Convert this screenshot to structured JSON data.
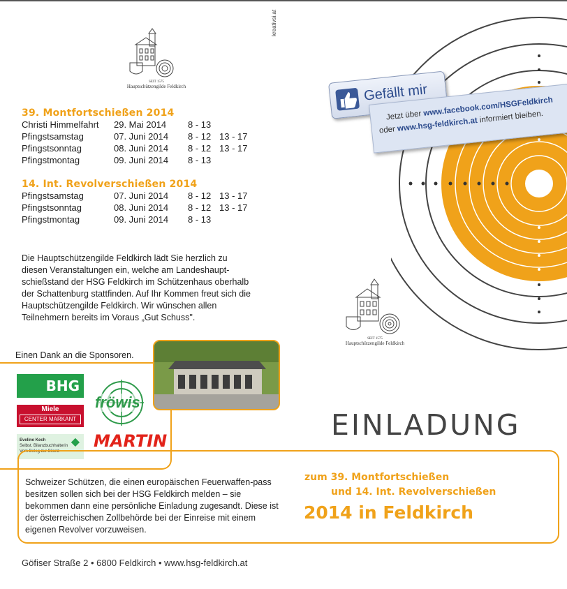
{
  "credit": "kreativsi.at",
  "logo": {
    "motto": "SEIT 1575",
    "guild": "Hauptschützengilde Feldkirch"
  },
  "montfort": {
    "title": "39. Montfortschießen 2014",
    "rows": [
      [
        "Christi Himmelfahrt",
        "29. Mai 2014",
        "8 - 13",
        ""
      ],
      [
        "Pfingstsamstag",
        "07. Juni 2014",
        "8 - 12",
        "13 - 17"
      ],
      [
        "Pfingstsonntag",
        "08. Juni 2014",
        "8 - 12",
        "13 - 17"
      ],
      [
        "Pfingstmontag",
        "09. Juni 2014",
        "8 - 13",
        ""
      ]
    ]
  },
  "revolver": {
    "title": "14. Int. Revolverschießen 2014",
    "rows": [
      [
        "Pfingstsamstag",
        "07. Juni 2014",
        "8 - 12",
        "13 - 17"
      ],
      [
        "Pfingstsonntag",
        "08. Juni 2014",
        "8 - 12",
        "13 - 17"
      ],
      [
        "Pfingstmontag",
        "09. Juni 2014",
        "8 - 13",
        ""
      ]
    ]
  },
  "intro": "Die Hauptschützengilde Feldkirch lädt Sie herzlich zu diesen Veranstaltungen ein, welche am Landeshaupt-schießstand der HSG Feldkirch im Schützenhaus oberhalb der Schattenburg stattfinden. Auf Ihr Kommen freut sich die Hauptschützengilde Feldkirch. Wir wünschen allen Teilnehmern bereits im Voraus „Gut Schuss\".",
  "facebook": {
    "like": "Gefällt mir",
    "line1_prefix": "Jetzt über",
    "line1_link": "www.facebook.com/HSGFeldkirch",
    "line2_prefix": "oder",
    "line2_link": "www.hsg-feldkirch.at",
    "line2_suffix": "informiert bleiben."
  },
  "sponsors": {
    "title": "Einen Dank an die Sponsoren.",
    "bhg": "BHG",
    "miele1": "Miele",
    "miele2": "CENTER MARKANT",
    "kech1": "Eveline Kech",
    "kech2": "Selbst. Bilanzbuchhalterin",
    "kech3": "Vom Beleg zur Bilanz",
    "froewis": "fröwis",
    "martin": "MARTIN"
  },
  "einladung": "EINLADUNG",
  "swiss": "Schweizer Schützen, die einen europäischen Feuerwaffen-pass besitzen sollen sich bei der HSG Feldkirch melden – sie bekommen dann eine persönliche Einladung zugesandt. Diese ist der österreichischen Zollbehörde bei der Einreise mit einem eigenen Revolver vorzuweisen.",
  "invitation": {
    "line1": "zum 39. Montfortschießen",
    "line2": "und 14. Int. Revolverschießen",
    "line3": "2014 in Feldkirch"
  },
  "address": "Göfiser Straße 2 • 6800 Feldkirch • www.hsg-feldkirch.at",
  "colors": {
    "accent": "#f0a21a",
    "facebook": "#3b5998",
    "bhg": "#23a04a",
    "miele": "#c8102e",
    "martin": "#e2231a"
  }
}
